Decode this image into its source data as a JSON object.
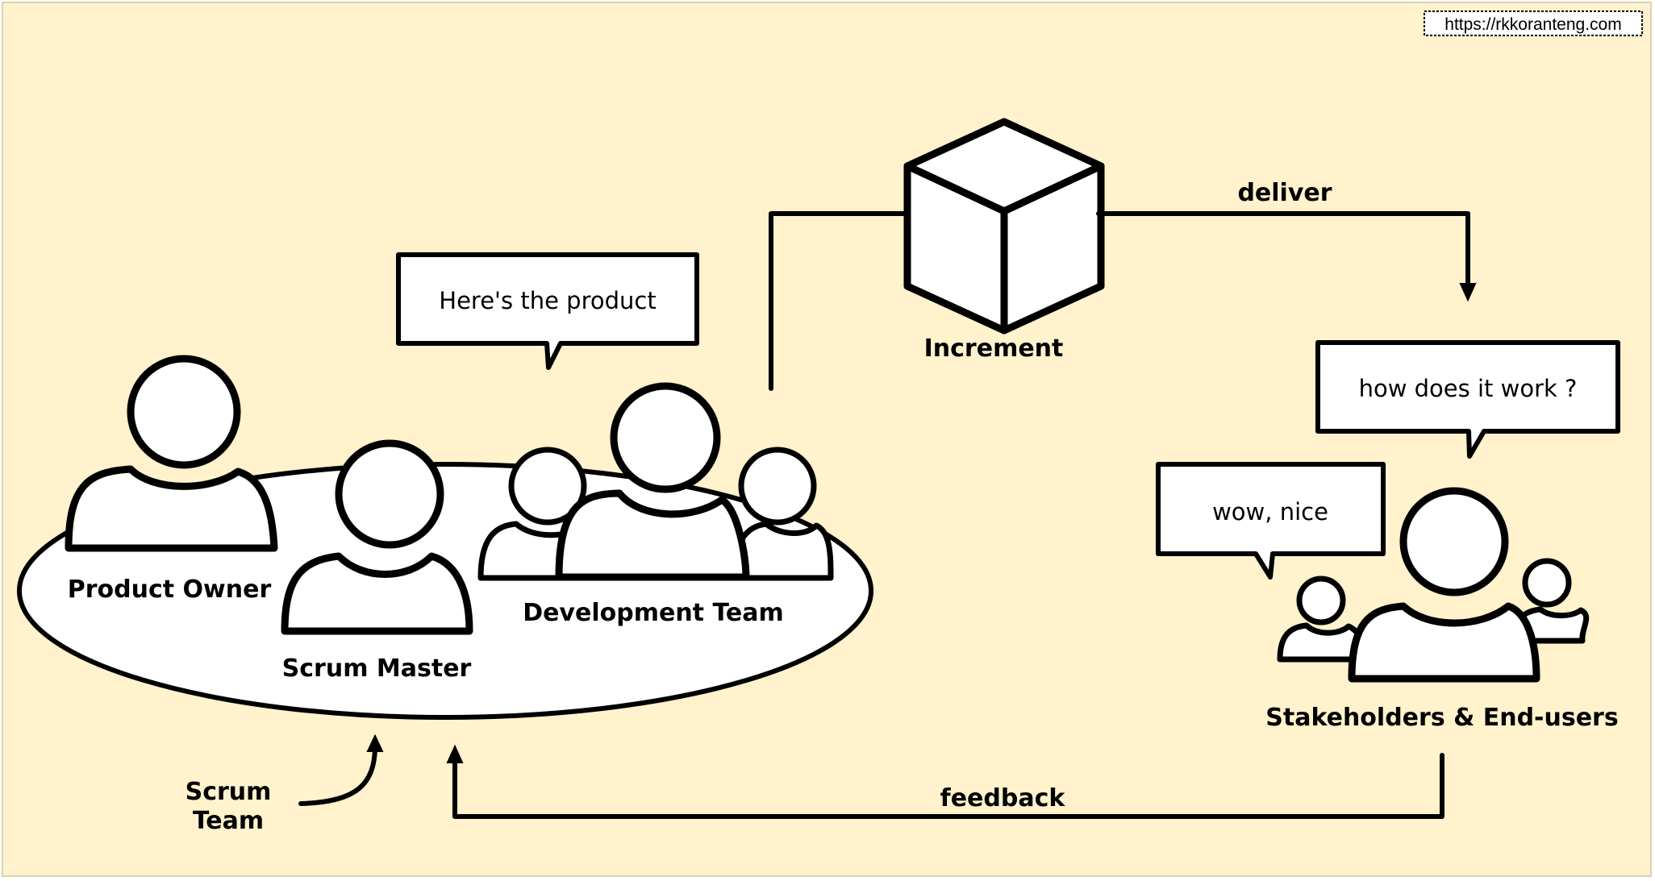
{
  "watermark": "https://rkkoranteng.com",
  "labels": {
    "product_owner": "Product Owner",
    "scrum_master": "Scrum Master",
    "development_team": "Development Team",
    "scrum_team_line1": "Scrum",
    "scrum_team_line2": "Team",
    "increment": "Increment",
    "deliver": "deliver",
    "feedback": "feedback",
    "stakeholders": "Stakeholders & End-users"
  },
  "bubbles": {
    "team_says": "Here's the product",
    "stakeholder_question": "how does it work ?",
    "stakeholder_reaction": "wow, nice"
  },
  "colors": {
    "background": "#FFF2CC",
    "ink": "#000000",
    "fill": "#FFFFFF"
  }
}
